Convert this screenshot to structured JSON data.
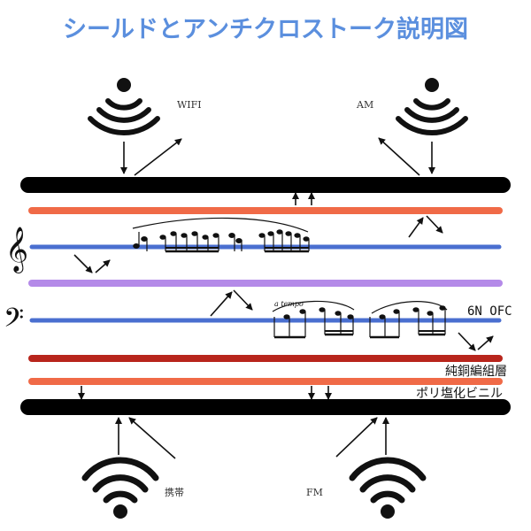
{
  "title": "シールドとアンチクロストーク説明図",
  "sources": {
    "wifi": "WIFI",
    "am": "AM",
    "mobile": "携帯",
    "fm": "FM"
  },
  "layers": {
    "conductor": "6N OFC",
    "braid": "純銅編組層",
    "insulation": "ポリ塩化ビニル"
  },
  "music": {
    "tempo_marking": "a tempo",
    "treble_clef": "𝄞",
    "bass_clef": "𝄢"
  },
  "colors": {
    "title": "#5b8fde",
    "jacket": "#000000",
    "orange": "#f06a47",
    "blue": "#4a6fd0",
    "purple": "#b48ae8",
    "dark_red": "#b8251c"
  }
}
